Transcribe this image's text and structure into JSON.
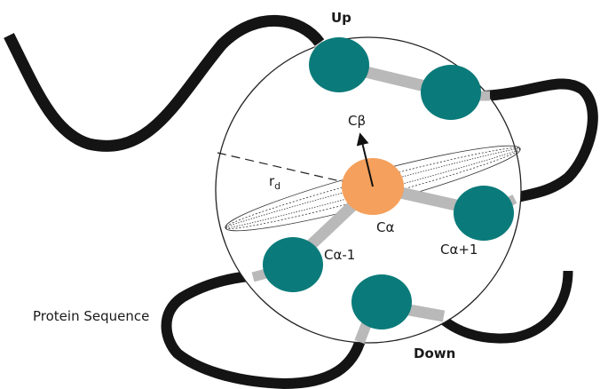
{
  "labels": {
    "up": "Up",
    "down": "Down",
    "c_beta": "Cβ",
    "r_d": "r",
    "r_d_sub": "d",
    "c_alpha": "Cα",
    "c_alpha_minus": "Cα-1",
    "c_alpha_plus": "Cα+1",
    "protein_sequence": "Protein Sequence"
  },
  "colors": {
    "residue_teal": "#0a7b7a",
    "central_orange": "#f5a05c",
    "bond_gray": "#b9b9b9",
    "ribbon_black": "#141414"
  }
}
